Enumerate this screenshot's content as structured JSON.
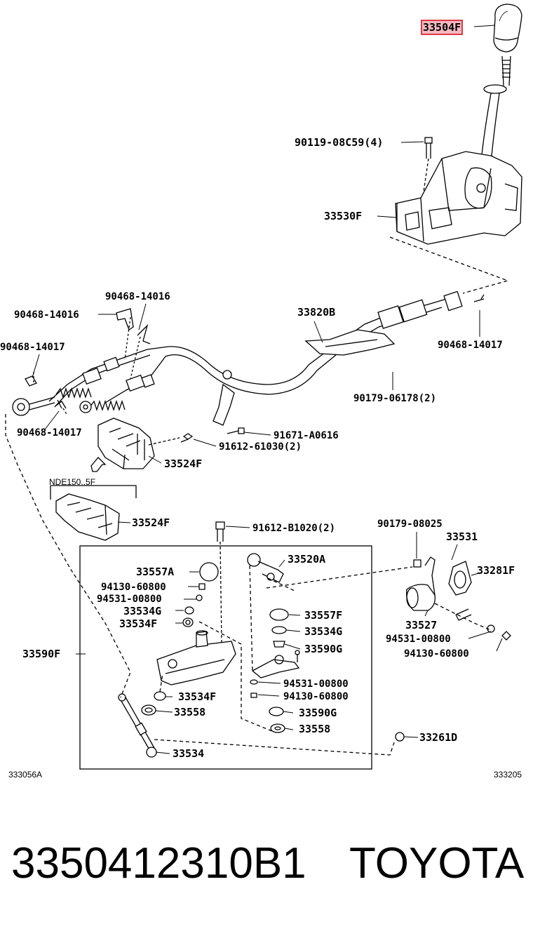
{
  "highlighted_part": "33504F",
  "labels": {
    "p33504F": "33504F",
    "p90119_08C59": "90119-08C59(4)",
    "p33530F": "33530F",
    "p90468_14016_a": "90468-14016",
    "p90468_14016_b": "90468-14016",
    "p90468_14017_a": "90468-14017",
    "p90468_14017_b": "90468-14017",
    "p90468_14017_c": "90468-14017",
    "p33820B": "33820B",
    "p90179_06178": "90179-06178(2)",
    "p91671_A0616": "91671-A0616",
    "p91612_61030": "91612-61030(2)",
    "p33524F_a": "33524F",
    "p33524F_b": "33524F",
    "nde150": "NDE150..5F",
    "p91612_B1020": "91612-B1020(2)",
    "p90179_08025": "90179-08025",
    "p33531": "33531",
    "p33281F": "33281F",
    "p33557A": "33557A",
    "p33520A": "33520A",
    "p94130_60800_a": "94130-60800",
    "p94531_00800_a": "94531-00800",
    "p33534G_a": "33534G",
    "p33534F_a": "33534F",
    "p33557F": "33557F",
    "p33534G_b": "33534G",
    "p33590G_a": "33590G",
    "p33527": "33527",
    "p94531_00800_b": "94531-00800",
    "p94130_60800_b": "94130-60800",
    "p33590F": "33590F",
    "p94531_00800_c": "94531-00800",
    "p94130_60800_c": "94130-60800",
    "p33534F_b": "33534F",
    "p33558_a": "33558",
    "p33590G_b": "33590G",
    "p33558_b": "33558",
    "p33261D": "33261D",
    "p33534": "33534",
    "code_left": "333056A",
    "code_right": "333205"
  },
  "footer": {
    "part_number": "3350412310B1",
    "brand": "TOYOTA"
  }
}
